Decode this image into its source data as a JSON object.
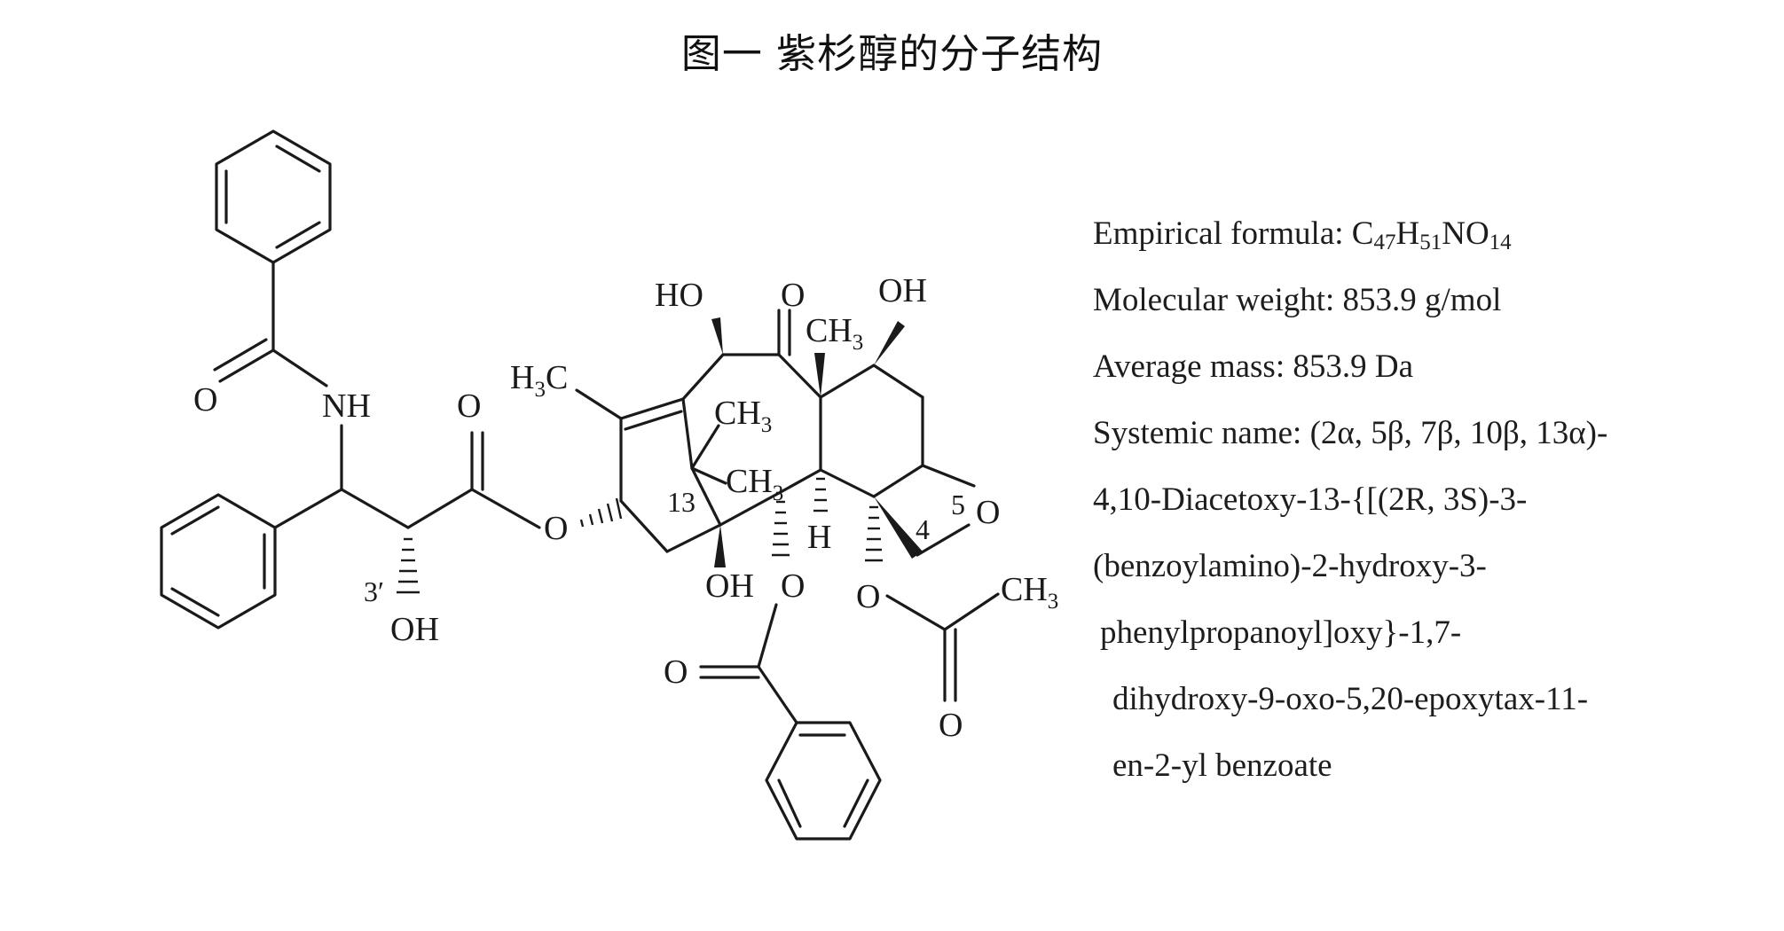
{
  "caption": "图一 紫杉醇的分子结构",
  "structure": {
    "labels": {
      "o_amide": "O",
      "nh": "NH",
      "o_carbonyl_ester": "O",
      "o_ester": "O",
      "oh_side": "OH",
      "prime_3": "3′",
      "h3c_main": "H",
      "h3c_3": "3",
      "h3c_c": "C",
      "ho_10": "HO",
      "o_9": "O",
      "oh_7": "OH",
      "ch3_8_c": "CH",
      "ch3_8_3": "3",
      "ch3_15_c": "CH",
      "ch3_15_3": "3",
      "ch3_16_c": "CH",
      "ch3_16_3": "3",
      "num_13": "13",
      "oh_1": "OH",
      "o_2": "O",
      "h_3": "H",
      "num_5": "5",
      "o_oxetane": "O",
      "num_4": "4",
      "o_4": "O",
      "ch3_ac_c": "CH",
      "ch3_ac_3": "3",
      "o_ac": "O",
      "o_bz": "O"
    }
  },
  "info": {
    "formula_prefix": "Empirical formula: C",
    "formula_c": "47",
    "formula_h_label": "H",
    "formula_h": "51",
    "formula_no": "NO",
    "formula_o": "14",
    "molecular_weight": "Molecular weight: 853.9 g/mol",
    "average_mass": "Average mass: 853.9 Da",
    "name_lines": [
      "Systemic name: (2α, 5β, 7β, 10β, 13α)-",
      "4,10-Diacetoxy-13-{[(2R, 3S)-3-",
      "(benzoylamino)-2-hydroxy-3-",
      " phenylpropanoyl]oxy}-1,7-",
      "   dihydroxy-9-oxo-5,20-epoxytax-11-",
      "   en-2-yl benzoate"
    ]
  }
}
